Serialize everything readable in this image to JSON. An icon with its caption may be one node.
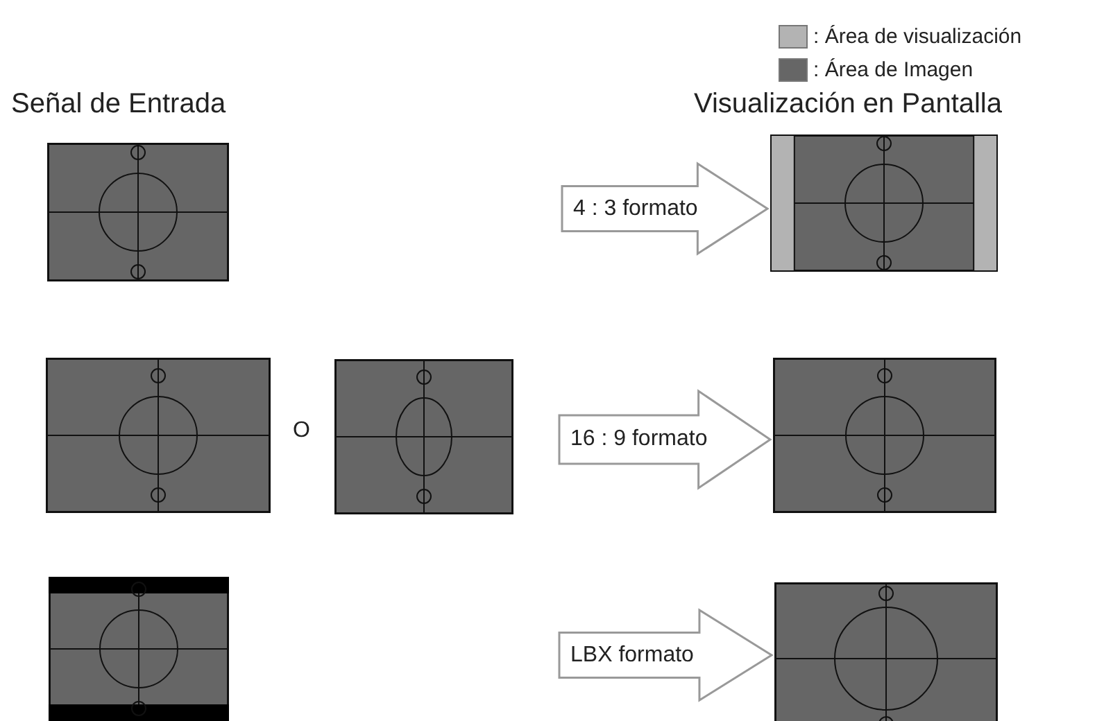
{
  "diagram": {
    "nodes": [
      {
        "text": [],
        "shape": "picture"
      },
      {
        "text": [],
        "shape": "picture"
      },
      {
        "text": [],
        "shape": "picture"
      },
      {
        "text": [],
        "shape": "picture"
      },
      {
        "text": [],
        "shape": "picture"
      },
      {
        "text": [],
        "shape": "picture"
      },
      {
        "text": [],
        "shape": "picture"
      }
    ],
    "edges": [
      {
        "from": null,
        "to": 1,
        "arrow": "to",
        "label": "4 : 3 formato"
      },
      {
        "from": null,
        "to": 4,
        "arrow": "to",
        "label": "16 : 9 formato"
      },
      {
        "from": null,
        "to": 6,
        "arrow": "to",
        "label": "LBX formato"
      }
    ],
    "labels": [
      "Señal de Entrada",
      "Visualización en Pantalla",
      "O"
    ],
    "legend": [
      {
        "text": ": Área de visualización",
        "color": "#b3b3b3"
      },
      {
        "text": ": Área de Imagen",
        "color": "#666666"
      }
    ]
  }
}
